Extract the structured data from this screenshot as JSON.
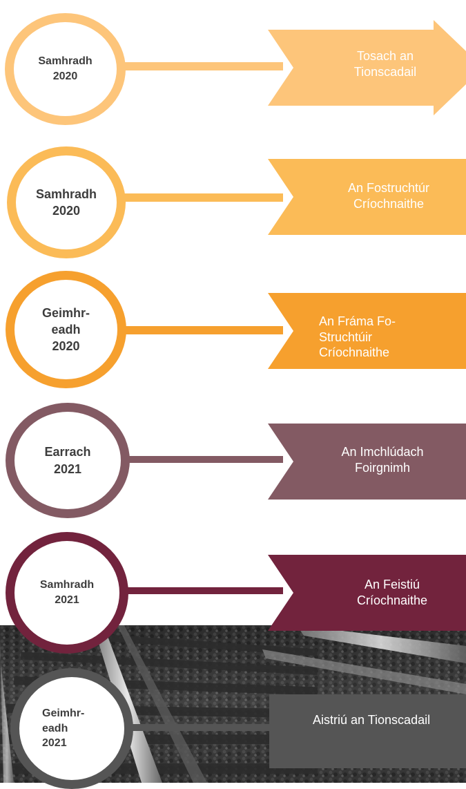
{
  "milestones": [
    {
      "date": "Samhradh\n2020",
      "label": "Tosach an\nTionscadail",
      "color": "#fdc57a"
    },
    {
      "date": "Samhradh\n2020",
      "label": "An Fostruchtúr\nCríochnaithe",
      "color": "#fbbb57"
    },
    {
      "date": "Geimhr-\neadh\n2020",
      "label": "An Fráma Fo-\nStruchtúir\nCríochnaithe",
      "color": "#f6a02e"
    },
    {
      "date": "Earrach\n2021",
      "label": "An Imchlúdach\nFoirgnimh",
      "color": "#835a63"
    },
    {
      "date": "Samhradh\n2021",
      "label": "An Feistiú\nCríochnaithe",
      "color": "#72233d"
    },
    {
      "date": "Geimhr-\neadh\n2021",
      "label": "Aistriú an Tionscadail",
      "color": "#555555"
    }
  ],
  "background": {
    "image": "railway-tracks-photo"
  }
}
